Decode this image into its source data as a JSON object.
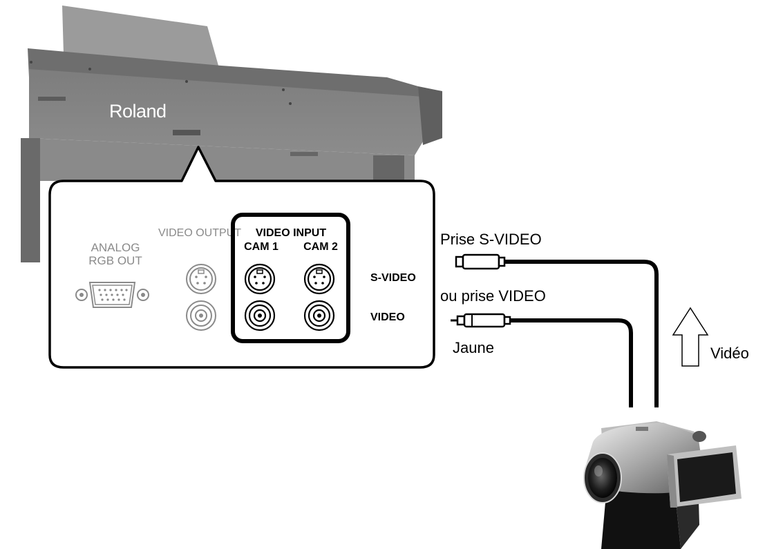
{
  "instrument": {
    "brand_logo": "Roland"
  },
  "panel": {
    "analog_rgb_out_line1": "ANALOG",
    "analog_rgb_out_line2": "RGB OUT",
    "video_output_label": "VIDEO OUTPUT",
    "video_input_label": "VIDEO INPUT",
    "cam1_label": "CAM 1",
    "cam2_label": "CAM 2",
    "row_svideo_label": "S-VIDEO",
    "row_video_label": "VIDEO"
  },
  "cables": {
    "svideo_plug_label": "Prise S-VIDEO",
    "video_plug_label": "ou prise VIDEO",
    "video_plug_color_label": "Jaune"
  },
  "signal": {
    "direction_label": "Vidéo",
    "arrow_icon": "up-arrow-icon"
  }
}
